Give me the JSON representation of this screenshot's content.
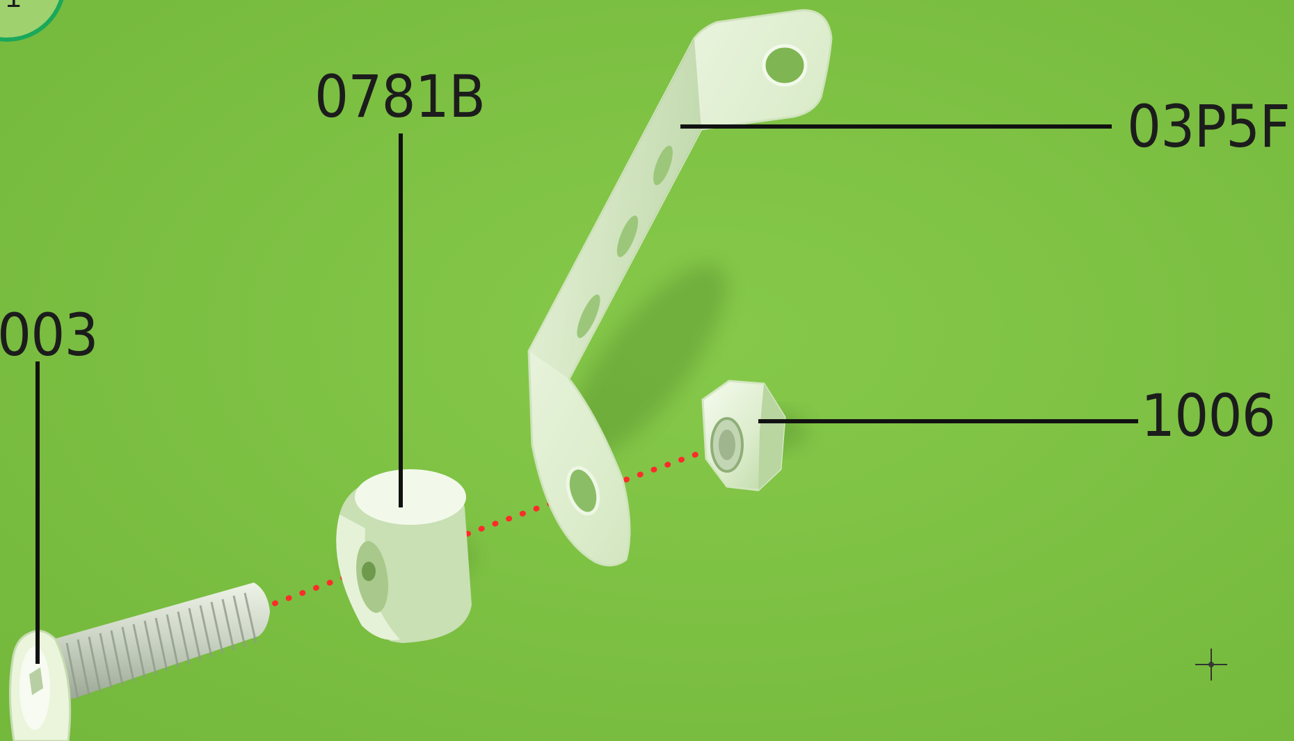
{
  "parts": [
    {
      "id": "003",
      "label": "003",
      "description": "screw"
    },
    {
      "id": "0781B",
      "label": "0781B",
      "description": "spacer"
    },
    {
      "id": "03P5F",
      "label": "03P5F",
      "description": "bracket"
    },
    {
      "id": "1006",
      "label": "1006",
      "description": "nut"
    }
  ],
  "colors": {
    "background": "#7cc142",
    "part_fill": "#e8f4dc",
    "leader_line": "#111111",
    "assembly_axis": "#ff2a2a",
    "badge_ring": "#1aa85a"
  },
  "icons": [
    "step-badge-icon",
    "crosshair-icon"
  ]
}
